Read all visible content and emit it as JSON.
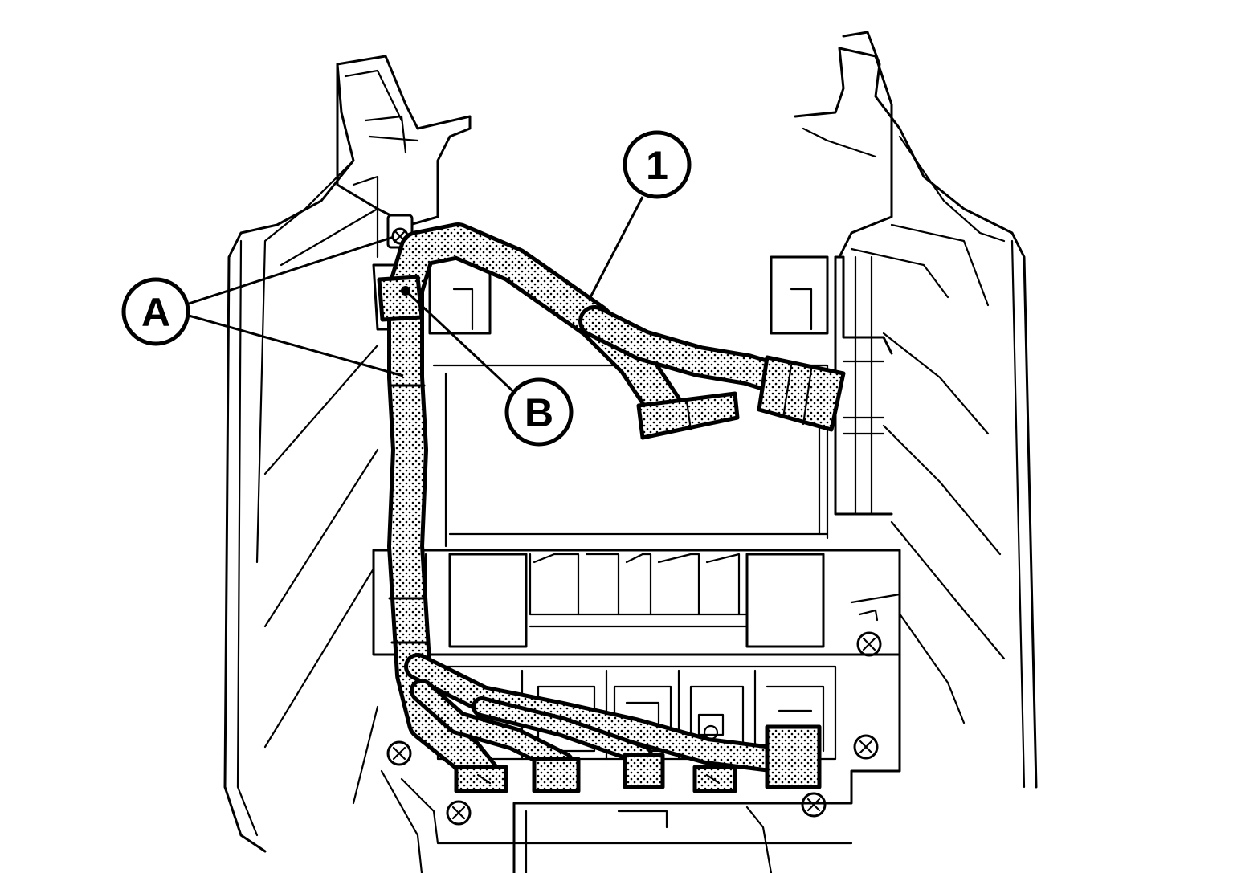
{
  "callouts": {
    "part_1": "1",
    "clip_a": "A",
    "clip_b": "B"
  },
  "colors": {
    "line": "#000000",
    "background": "#ffffff"
  }
}
